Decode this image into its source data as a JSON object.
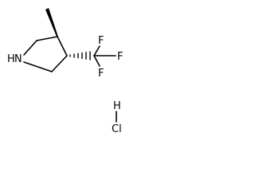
{
  "molecule": {
    "atoms": {
      "nitrogen_H": "H",
      "nitrogen_N": "N",
      "fluorine_top": "F",
      "fluorine_right": "F",
      "fluorine_bottom": "F",
      "hcl_H": "H",
      "hcl_Cl": "Cl"
    },
    "colors": {
      "ink": "#000000",
      "background": "#ffffff"
    }
  }
}
